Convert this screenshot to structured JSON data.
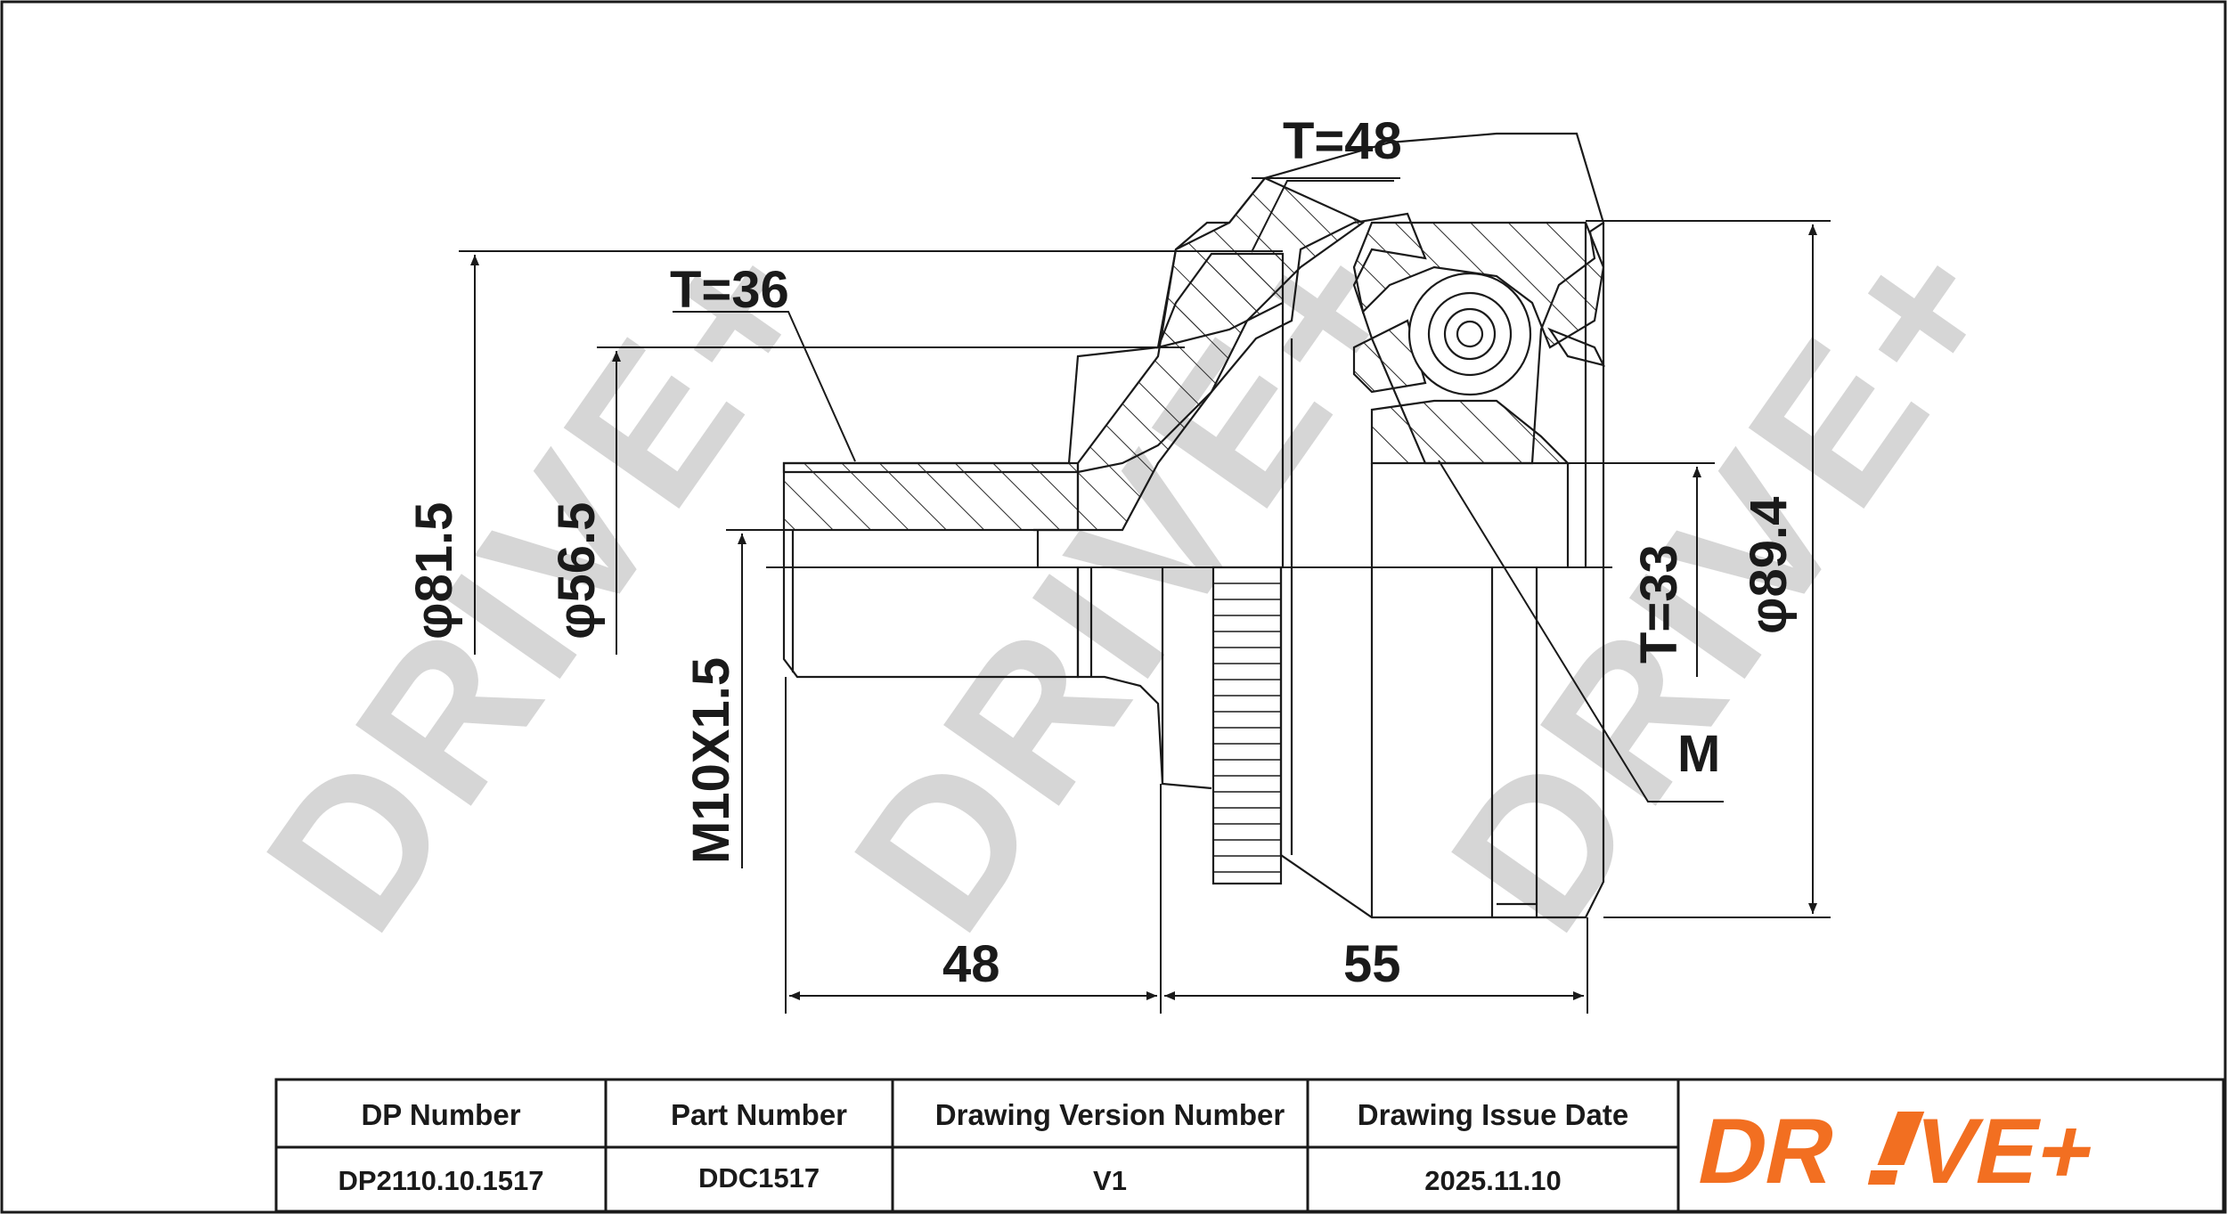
{
  "watermark": "DRIVE+",
  "brand_color": "#f26f21",
  "dimensions": {
    "thread_teeth": "T=36",
    "abs_teeth": "T=48",
    "inner_teeth": "T=33",
    "outer_diameter": "φ89.4",
    "seal_diameter": "φ81.5",
    "shaft_diameter": "φ56.5",
    "thread_spec": "M10X1.5",
    "shaft_length": "48",
    "body_length": "55",
    "marker": "M"
  },
  "title_block": {
    "headers": {
      "dp_number": "DP Number",
      "part_number": "Part Number",
      "version": "Drawing Version Number",
      "issue_date": "Drawing Issue Date"
    },
    "values": {
      "dp_number": "DP2110.10.1517",
      "part_number": "DDC1517",
      "version": "V1",
      "issue_date": "2025.11.10"
    },
    "logo": {
      "text_left": "DR",
      "text_right": "VE+"
    }
  }
}
